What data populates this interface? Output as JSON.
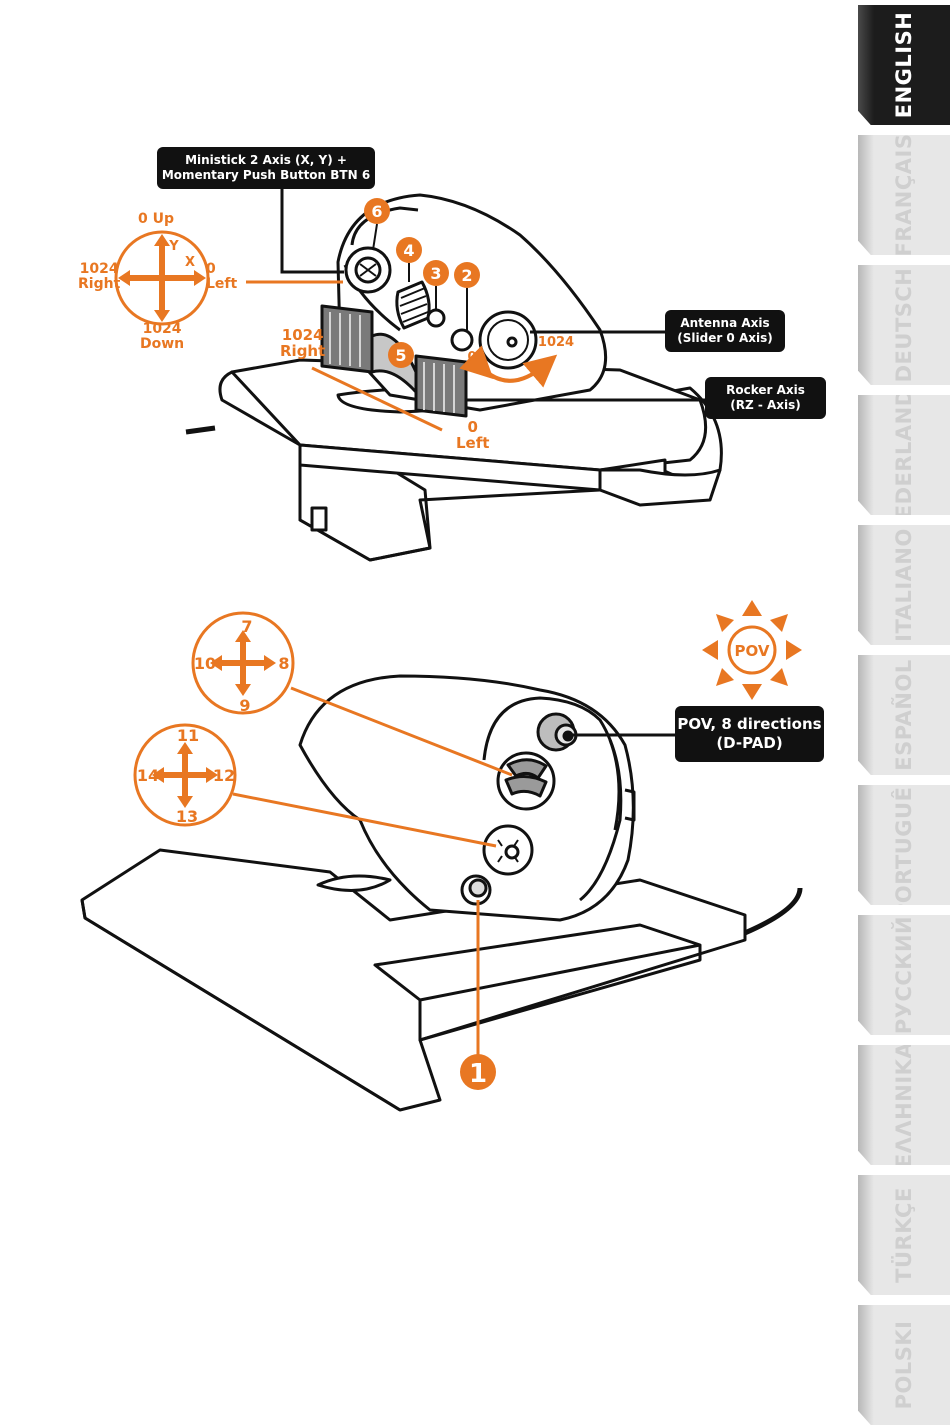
{
  "colors": {
    "accent": "#e87722",
    "ink": "#111111",
    "tab_inactive": "#e7e7e7",
    "tab_active": "#1c1c1c"
  },
  "language_tabs": [
    {
      "label": "ENGLISH",
      "active": true
    },
    {
      "label": "FRANÇAIS",
      "active": false
    },
    {
      "label": "DEUTSCH",
      "active": false
    },
    {
      "label": "NEDERLANDS",
      "active": false
    },
    {
      "label": "ITALIANO",
      "active": false
    },
    {
      "label": "ESPAÑOL",
      "active": false
    },
    {
      "label": "PORTUGUÊS",
      "active": false
    },
    {
      "label": "РУССКИЙ",
      "active": false
    },
    {
      "label": "ΕΛΛΗΝΙΚΑ",
      "active": false
    },
    {
      "label": "TÜRKÇE",
      "active": false
    },
    {
      "label": "POLSKI",
      "active": false
    }
  ],
  "top_figure": {
    "callouts": {
      "ministick": [
        "Ministick 2 Axis (X, Y) +",
        "Momentary Push Button BTN 6"
      ],
      "antenna": [
        "Antenna Axis",
        "(Slider 0 Axis)"
      ],
      "rocker": [
        "Rocker Axis",
        "(RZ - Axis)"
      ]
    },
    "ministick_axes": {
      "up": "0 Up",
      "down": [
        "1024",
        "Down"
      ],
      "right": [
        "1024",
        "Right"
      ],
      "left": [
        "0",
        "Left"
      ],
      "y_label": "Y",
      "x_label": "X"
    },
    "rocker_axis": {
      "right": [
        "1024",
        "Right"
      ],
      "left": [
        "0",
        "Left"
      ]
    },
    "antenna_axis": {
      "min": "0",
      "max": "1024"
    },
    "button_numbers": [
      "6",
      "4",
      "3",
      "2",
      "5"
    ]
  },
  "bottom_figure": {
    "callouts": {
      "pov": [
        "POV, 8 directions",
        "(D-PAD)"
      ]
    },
    "pov_label": "POV",
    "dpad_upper": {
      "up": "7",
      "right": "8",
      "down": "9",
      "left": "10"
    },
    "dpad_lower": {
      "up": "11",
      "right": "12",
      "down": "13",
      "left": "14"
    },
    "button_numbers": [
      "1"
    ]
  }
}
